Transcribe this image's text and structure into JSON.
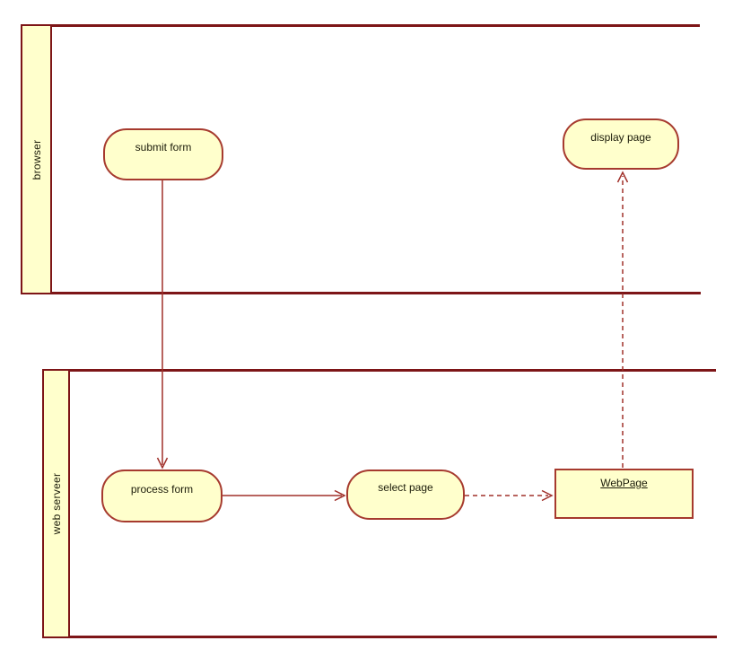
{
  "diagram": {
    "kind": "uml-activity-swimlane-diagram",
    "lanes": [
      {
        "label": "browser"
      },
      {
        "label": "web serveer"
      }
    ],
    "nodes": [
      {
        "label": "submit form",
        "shape": "activity"
      },
      {
        "label": "display page",
        "shape": "activity"
      },
      {
        "label": "process form",
        "shape": "activity"
      },
      {
        "label": "select page",
        "shape": "activity"
      },
      {
        "label": "WebPage",
        "shape": "object"
      }
    ],
    "edges": [
      {
        "from": "submit form",
        "to": "process form",
        "style": "solid",
        "direction": "down"
      },
      {
        "from": "process form",
        "to": "select page",
        "style": "solid",
        "direction": "right"
      },
      {
        "from": "select page",
        "to": "WebPage",
        "style": "dashed",
        "direction": "right"
      },
      {
        "from": "WebPage",
        "to": "display page",
        "style": "dashed",
        "direction": "up"
      }
    ],
    "colors": {
      "node_fill": "#FFFFCC",
      "node_border": "#A63A2E",
      "lane_border": "#7D1517",
      "arrow": "#A0302A",
      "text": "#1C1C0A",
      "background": "#FFFFFF"
    }
  }
}
